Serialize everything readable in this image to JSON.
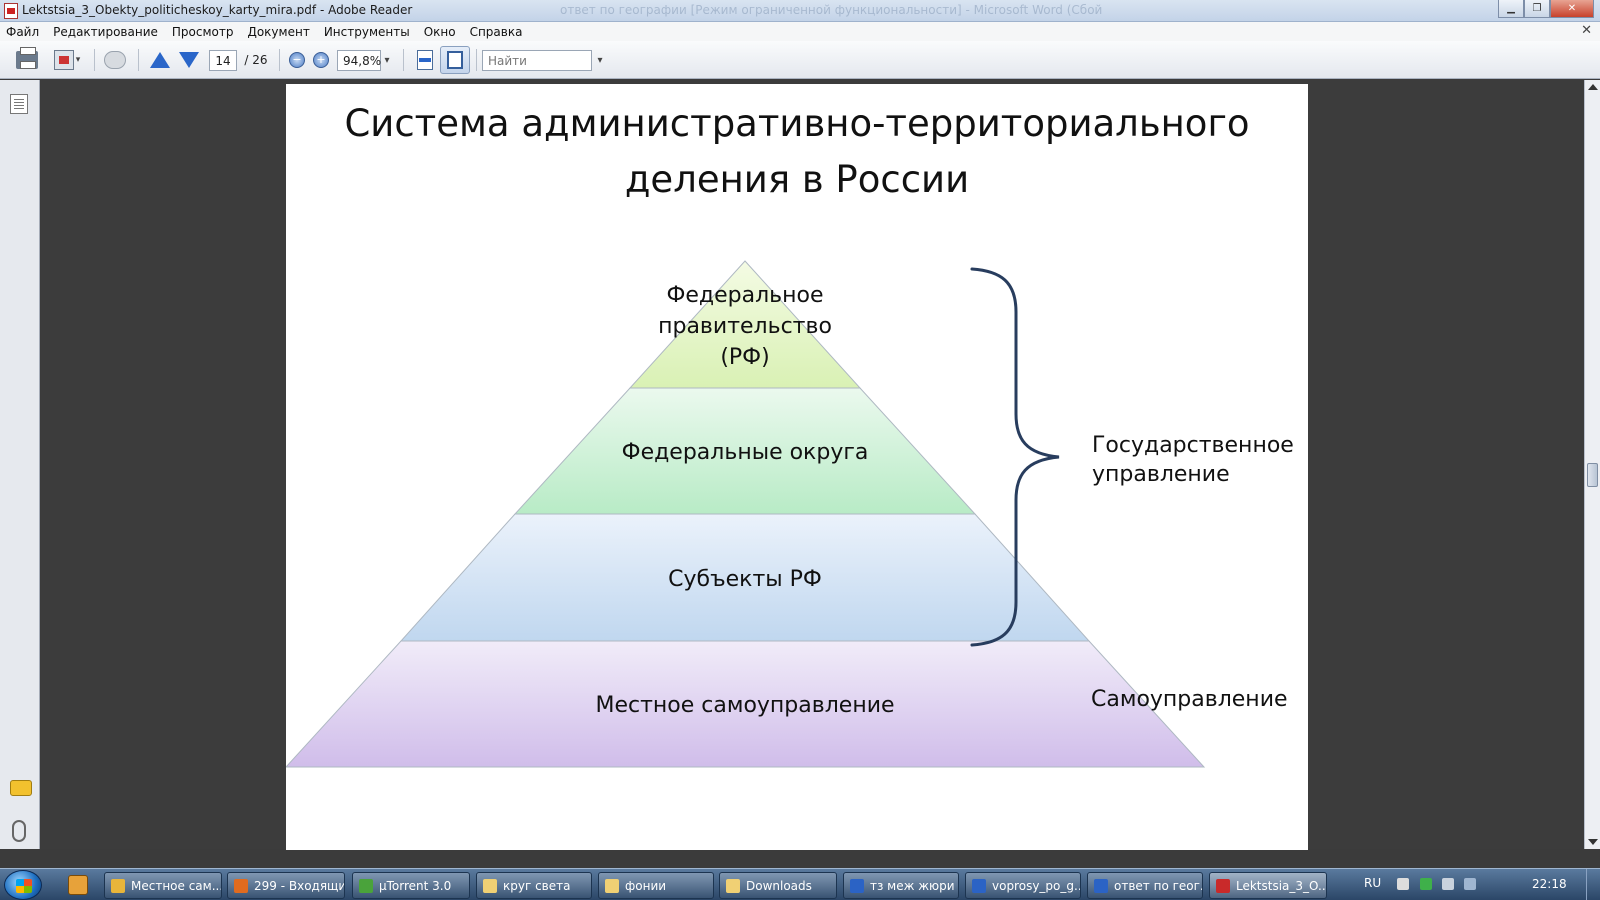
{
  "window": {
    "title": "Lektstsia_3_Obekty_politicheskoy_karty_mira.pdf - Adobe Reader",
    "ghost_title": "ответ по географии [Режим ограниченной функциональности] - Microsoft Word (Сбой",
    "controls": [
      "minimize",
      "maximize",
      "close"
    ]
  },
  "menu": {
    "items": [
      "Файл",
      "Редактирование",
      "Просмотр",
      "Документ",
      "Инструменты",
      "Окно",
      "Справка"
    ],
    "close_glyph": "✕"
  },
  "toolbar": {
    "page_current": "14",
    "page_total": "/ 26",
    "zoom": "94,8%",
    "search_placeholder": "Найти",
    "dropdown_glyph": "▾",
    "zoom_out_glyph": "−",
    "zoom_in_glyph": "+"
  },
  "slide": {
    "title_line1": "Система административно-территориального",
    "title_line2": "деления в России",
    "levels": [
      {
        "label_lines": [
          "Федеральное",
          "правительство",
          "(РФ)"
        ],
        "color_top": "#f4fbe4",
        "color_bottom": "#d9f1b4"
      },
      {
        "label_lines": [
          "Федеральные округа"
        ],
        "color_top": "#ebf9ee",
        "color_bottom": "#b8ebc6"
      },
      {
        "label_lines": [
          "Субъекты РФ"
        ],
        "color_top": "#ebf2fb",
        "color_bottom": "#c0d7ef"
      },
      {
        "label_lines": [
          "Местное самоуправление"
        ],
        "color_top": "#f1ecf9",
        "color_bottom": "#d0bdea"
      }
    ],
    "bracket_label_lines": [
      "Государственное",
      "управление"
    ],
    "bottom_label": "Самоуправление",
    "bracket_color": "#283d5e"
  },
  "taskbar": {
    "tasks": [
      {
        "label": "Местное сам...",
        "icon_color": "#e8b53a"
      },
      {
        "label": "299 - Входящи...",
        "icon_color": "#e06b1f"
      },
      {
        "label": "µTorrent 3.0",
        "icon_color": "#4aa33b"
      },
      {
        "label": "круг света",
        "icon_color": "#f0d074"
      },
      {
        "label": "фонии",
        "icon_color": "#f0d074"
      },
      {
        "label": "Downloads",
        "icon_color": "#f0d074"
      },
      {
        "label": "тз меж жюри ...",
        "icon_color": "#2b63c5"
      },
      {
        "label": "voprosy_po_g...",
        "icon_color": "#2b63c5"
      },
      {
        "label": "ответ по геог...",
        "icon_color": "#2b63c5"
      },
      {
        "label": "Lektstsia_3_O...",
        "icon_color": "#c92a2a"
      }
    ],
    "lang": "RU",
    "clock": "22:18"
  }
}
